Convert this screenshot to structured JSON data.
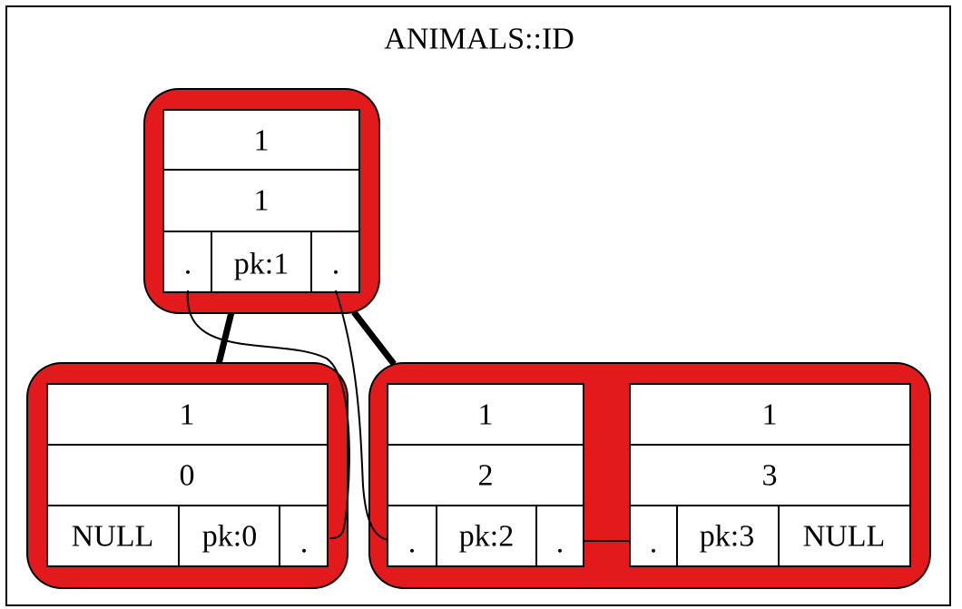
{
  "diagram": {
    "title": "ANIMALS::ID",
    "border_color": "#000000",
    "node_fill": "#e31a1c",
    "cell_fill": "#ffffff",
    "nodes": {
      "root": {
        "entries": [
          {
            "rows": [
              "1",
              "1"
            ],
            "left_ptr": ".",
            "key": "pk:1",
            "right_ptr": "."
          }
        ]
      },
      "left_leaf": {
        "entries": [
          {
            "rows": [
              "1",
              "0"
            ],
            "left_ptr": "NULL",
            "key": "pk:0",
            "right_ptr": "."
          }
        ]
      },
      "right_leaf": {
        "entries": [
          {
            "rows": [
              "1",
              "2"
            ],
            "left_ptr": ".",
            "key": "pk:2",
            "right_ptr": "."
          },
          {
            "rows": [
              "1",
              "3"
            ],
            "left_ptr": ".",
            "key": "pk:3",
            "right_ptr": "NULL"
          }
        ]
      }
    }
  }
}
